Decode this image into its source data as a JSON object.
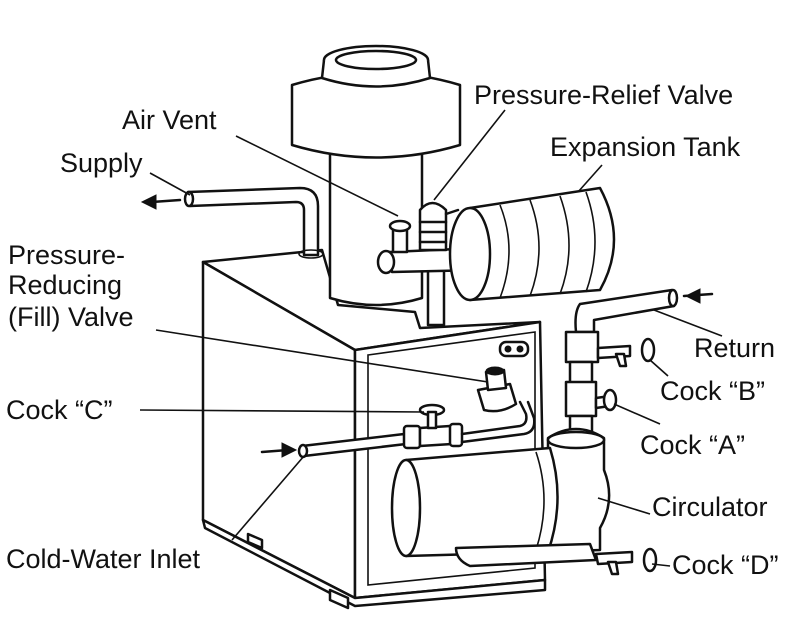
{
  "labels": {
    "pressure_relief_valve": "Pressure-Relief Valve",
    "air_vent": "Air Vent",
    "expansion_tank": "Expansion Tank",
    "supply": "Supply",
    "pressure_reducing_1": "Pressure-",
    "pressure_reducing_2": "Reducing",
    "pressure_reducing_3": "(Fill) Valve",
    "return": "Return",
    "cock_b": "Cock “B”",
    "cock_c": "Cock “C”",
    "cock_a": "Cock “A”",
    "circulator": "Circulator",
    "cold_water_inlet": "Cold-Water Inlet",
    "cock_d": "Cock “D”"
  },
  "colors": {
    "ink": "#111111",
    "paper": "#ffffff"
  }
}
